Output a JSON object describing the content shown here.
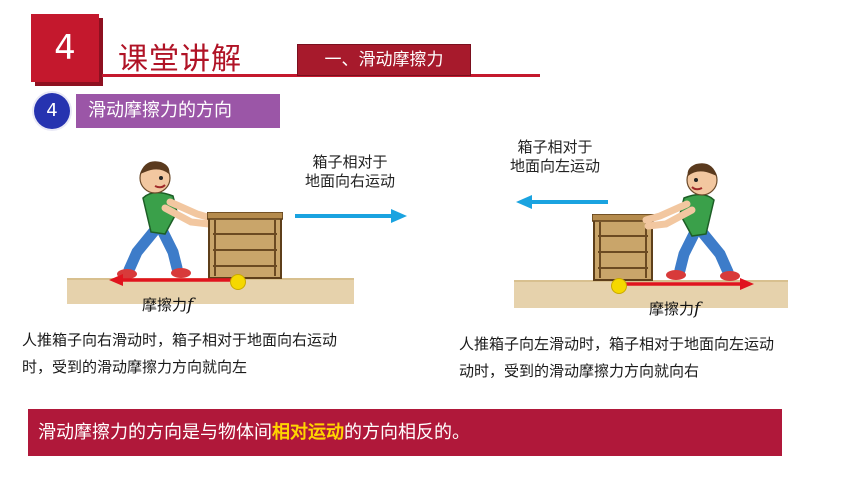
{
  "header": {
    "number": "4",
    "title": "课堂讲解",
    "subtitle": "一、滑动摩擦力"
  },
  "section": {
    "number": "4",
    "label": "滑动摩擦力的方向"
  },
  "scene_left": {
    "motion_line1": "箱子相对于",
    "motion_line2": "地面向右运动",
    "friction_label": "摩擦力",
    "friction_symbol": "f",
    "caption_line1": "人推箱子向右滑动时，箱子相对于地面向右运动",
    "caption_line2": "时，受到的滑动摩擦力方向就向左"
  },
  "scene_right": {
    "motion_line1": "箱子相对于",
    "motion_line2": "地面向左运动",
    "friction_label": "摩擦力",
    "friction_symbol": "f",
    "caption_line1": "人推箱子向左滑动时，箱子相对于地面向左运动",
    "caption_line2": "动时，受到的滑动摩擦力方向就向右"
  },
  "conclusion": {
    "before": "滑动摩擦力的方向是与物体间",
    "highlight": "相对运动",
    "after": "的方向相反的。"
  },
  "colors": {
    "accent_red": "#c4182d",
    "section_purple": "#9b56a7",
    "section_blue": "#2633b0",
    "motion_arrow": "#1aa3e0",
    "friction_arrow": "#e0141e",
    "contact_point": "#f5d800",
    "highlight": "#ffd400"
  }
}
